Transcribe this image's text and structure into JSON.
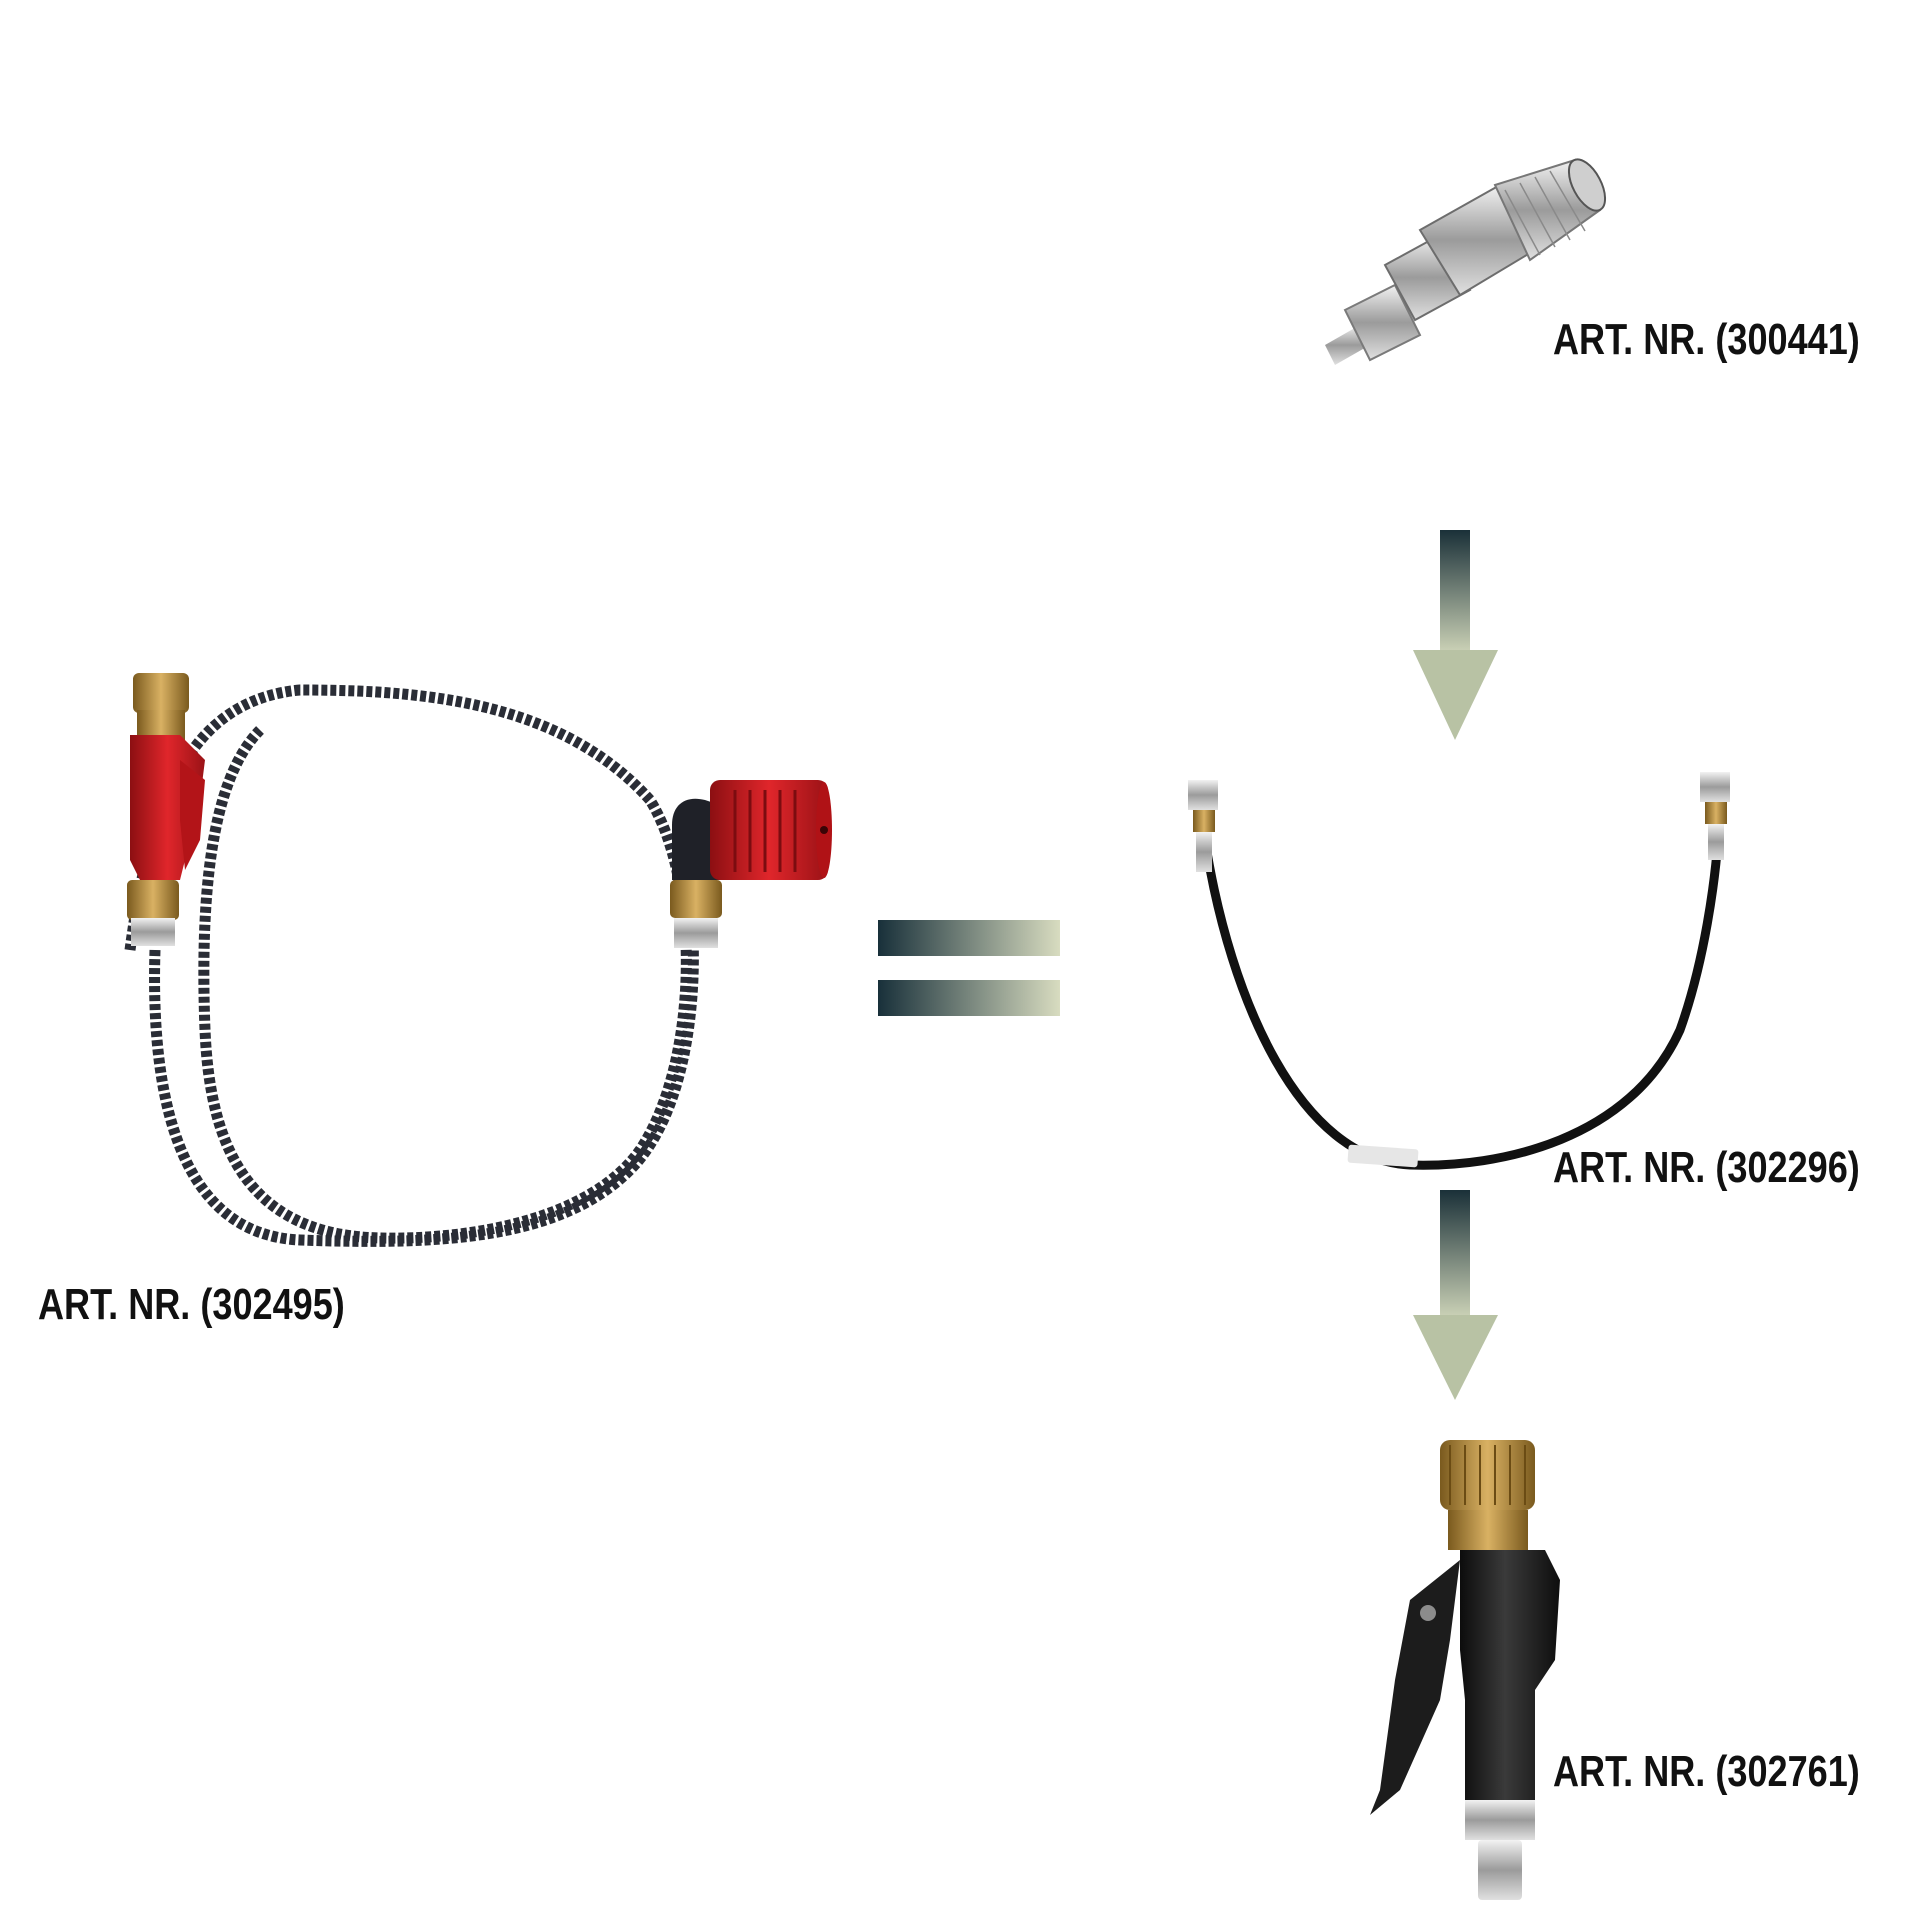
{
  "products": {
    "kit": {
      "article": "ART. NR. (302495)",
      "icon": "filling-kit-with-red-valve-and-coiled-hose"
    },
    "adapter": {
      "article": "ART. NR. (300441)",
      "icon": "quick-coupler-adapter"
    },
    "hose": {
      "article": "ART. NR. (302296)",
      "icon": "high-pressure-hose"
    },
    "valve": {
      "article": "ART. NR. (302761)",
      "icon": "trigger-fill-valve"
    }
  },
  "colors": {
    "arrow_top": "#1a3038",
    "arrow_bottom": "#c8cfb4",
    "equals_left": "#18303a",
    "equals_right": "#d8dcc0",
    "valve_red": "#c81e22",
    "brass": "#b58a3c",
    "hose_dark": "#2a2d36"
  }
}
